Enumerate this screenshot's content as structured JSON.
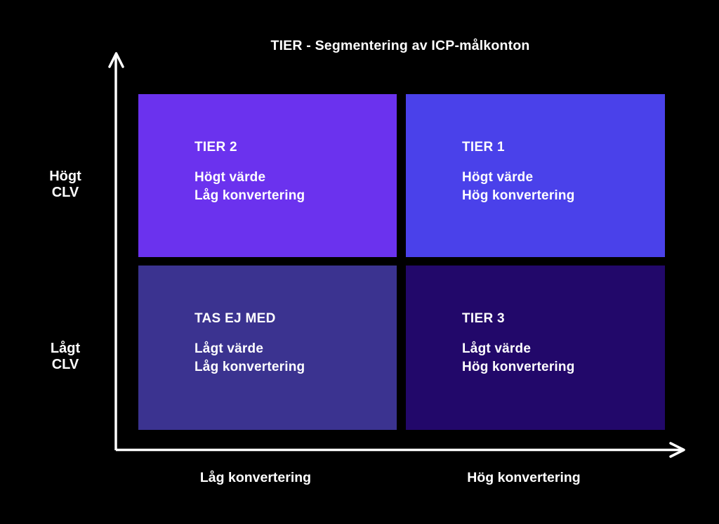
{
  "title": "TIER - Segmentering av ICP-målkonton",
  "colors": {
    "background": "#000000",
    "axis": "#ffffff",
    "text": "#ffffff",
    "tier2": "#6b32ee",
    "tier1": "#4a41ea",
    "tas_ej_med": "#3b3390",
    "tier3": "#22086a"
  },
  "y_axis": {
    "high": {
      "line1": "Högt",
      "line2": "CLV"
    },
    "low": {
      "line1": "Lågt",
      "line2": "CLV"
    }
  },
  "x_axis": {
    "low": "Låg konvertering",
    "high": "Hög konvertering"
  },
  "quadrants": {
    "top_left": {
      "title": "TIER 2",
      "line1": "Högt värde",
      "line2": "Låg konvertering"
    },
    "top_right": {
      "title": "TIER 1",
      "line1": "Högt värde",
      "line2": "Hög konvertering"
    },
    "bot_left": {
      "title": "TAS EJ MED",
      "line1": "Lågt värde",
      "line2": "Låg konvertering"
    },
    "bot_right": {
      "title": "TIER 3",
      "line1": "Lågt värde",
      "line2": "Hög konvertering"
    }
  }
}
